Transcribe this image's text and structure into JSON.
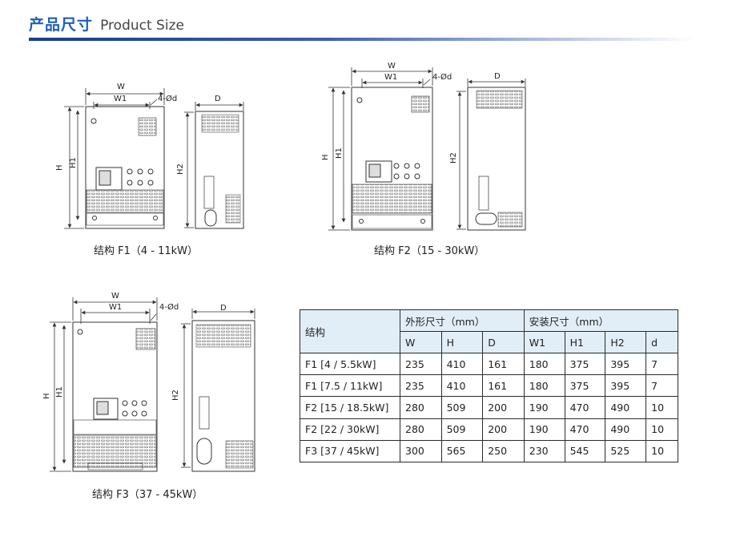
{
  "header": {
    "title_cn": "产品尺寸",
    "title_en": "Product Size"
  },
  "figures": [
    {
      "caption": "结构 F1（4 - 11kW）"
    },
    {
      "caption": "结构 F2（15 - 30kW）"
    },
    {
      "caption": "结构 F3（37 - 45kW）"
    }
  ],
  "dim_labels": {
    "W": "W",
    "W1": "W1",
    "H": "H",
    "H1": "H1",
    "H2": "H2",
    "D": "D",
    "hole": "4-Ød"
  },
  "table": {
    "structure_header": "结构",
    "group1_header": "外形尺寸（mm）",
    "group2_header": "安装尺寸（mm）",
    "columns": [
      "W",
      "H",
      "D",
      "W1",
      "H1",
      "H2",
      "d"
    ],
    "rows": [
      {
        "model": "F1 [4 / 5.5kW]",
        "cells": [
          "235",
          "410",
          "161",
          "180",
          "375",
          "395",
          "7"
        ]
      },
      {
        "model": "F1 [7.5 / 11kW]",
        "cells": [
          "235",
          "410",
          "161",
          "180",
          "375",
          "395",
          "7"
        ]
      },
      {
        "model": "F2 [15 / 18.5kW]",
        "cells": [
          "280",
          "509",
          "200",
          "190",
          "470",
          "490",
          "10"
        ]
      },
      {
        "model": "F2 [22 / 30kW]",
        "cells": [
          "280",
          "509",
          "200",
          "190",
          "470",
          "490",
          "10"
        ]
      },
      {
        "model": "F3 [37 / 45kW]",
        "cells": [
          "300",
          "565",
          "250",
          "230",
          "545",
          "525",
          "10"
        ]
      }
    ]
  }
}
